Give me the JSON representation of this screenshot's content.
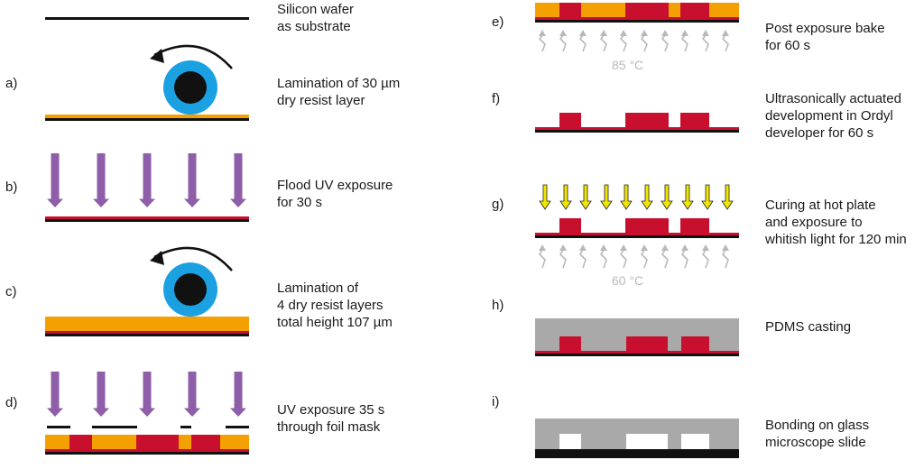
{
  "colors": {
    "orange": "#f4a000",
    "red": "#c8102e",
    "black": "#111111",
    "purple": "#8e5ea8",
    "blue": "#1ba1e2",
    "yellow": "#f2e600",
    "gray": "#a9a9a9",
    "heat": "#b9b9b9"
  },
  "steps": [
    {
      "label": "",
      "line1": "Silicon wafer",
      "line2": "as substrate"
    },
    {
      "label": "a)",
      "line1": "Lamination of 30 µm",
      "line2": "dry resist layer"
    },
    {
      "label": "b)",
      "line1": "Flood UV exposure",
      "line2": "for 30 s"
    },
    {
      "label": "c)",
      "line1": "Lamination of",
      "line2": "4 dry resist layers",
      "line3": "total height 107 µm"
    },
    {
      "label": "d)",
      "line1": "UV exposure 35 s",
      "line2": "through foil mask"
    },
    {
      "label": "e)",
      "line1": "Post exposure bake",
      "line2": "for 60 s",
      "temp": "85 °C"
    },
    {
      "label": "f)",
      "line1": "Ultrasonically actuated",
      "line2": "development in Ordyl",
      "line3": "developer for 60 s"
    },
    {
      "label": "g)",
      "line1": "Curing at hot plate",
      "line2": "and exposure to",
      "line3": "whitish light for 120 min",
      "temp": "60 °C"
    },
    {
      "label": "h)",
      "line1": "PDMS casting"
    },
    {
      "label": "i)",
      "line1": "Bonding on glass",
      "line2": "microscope slide"
    }
  ]
}
